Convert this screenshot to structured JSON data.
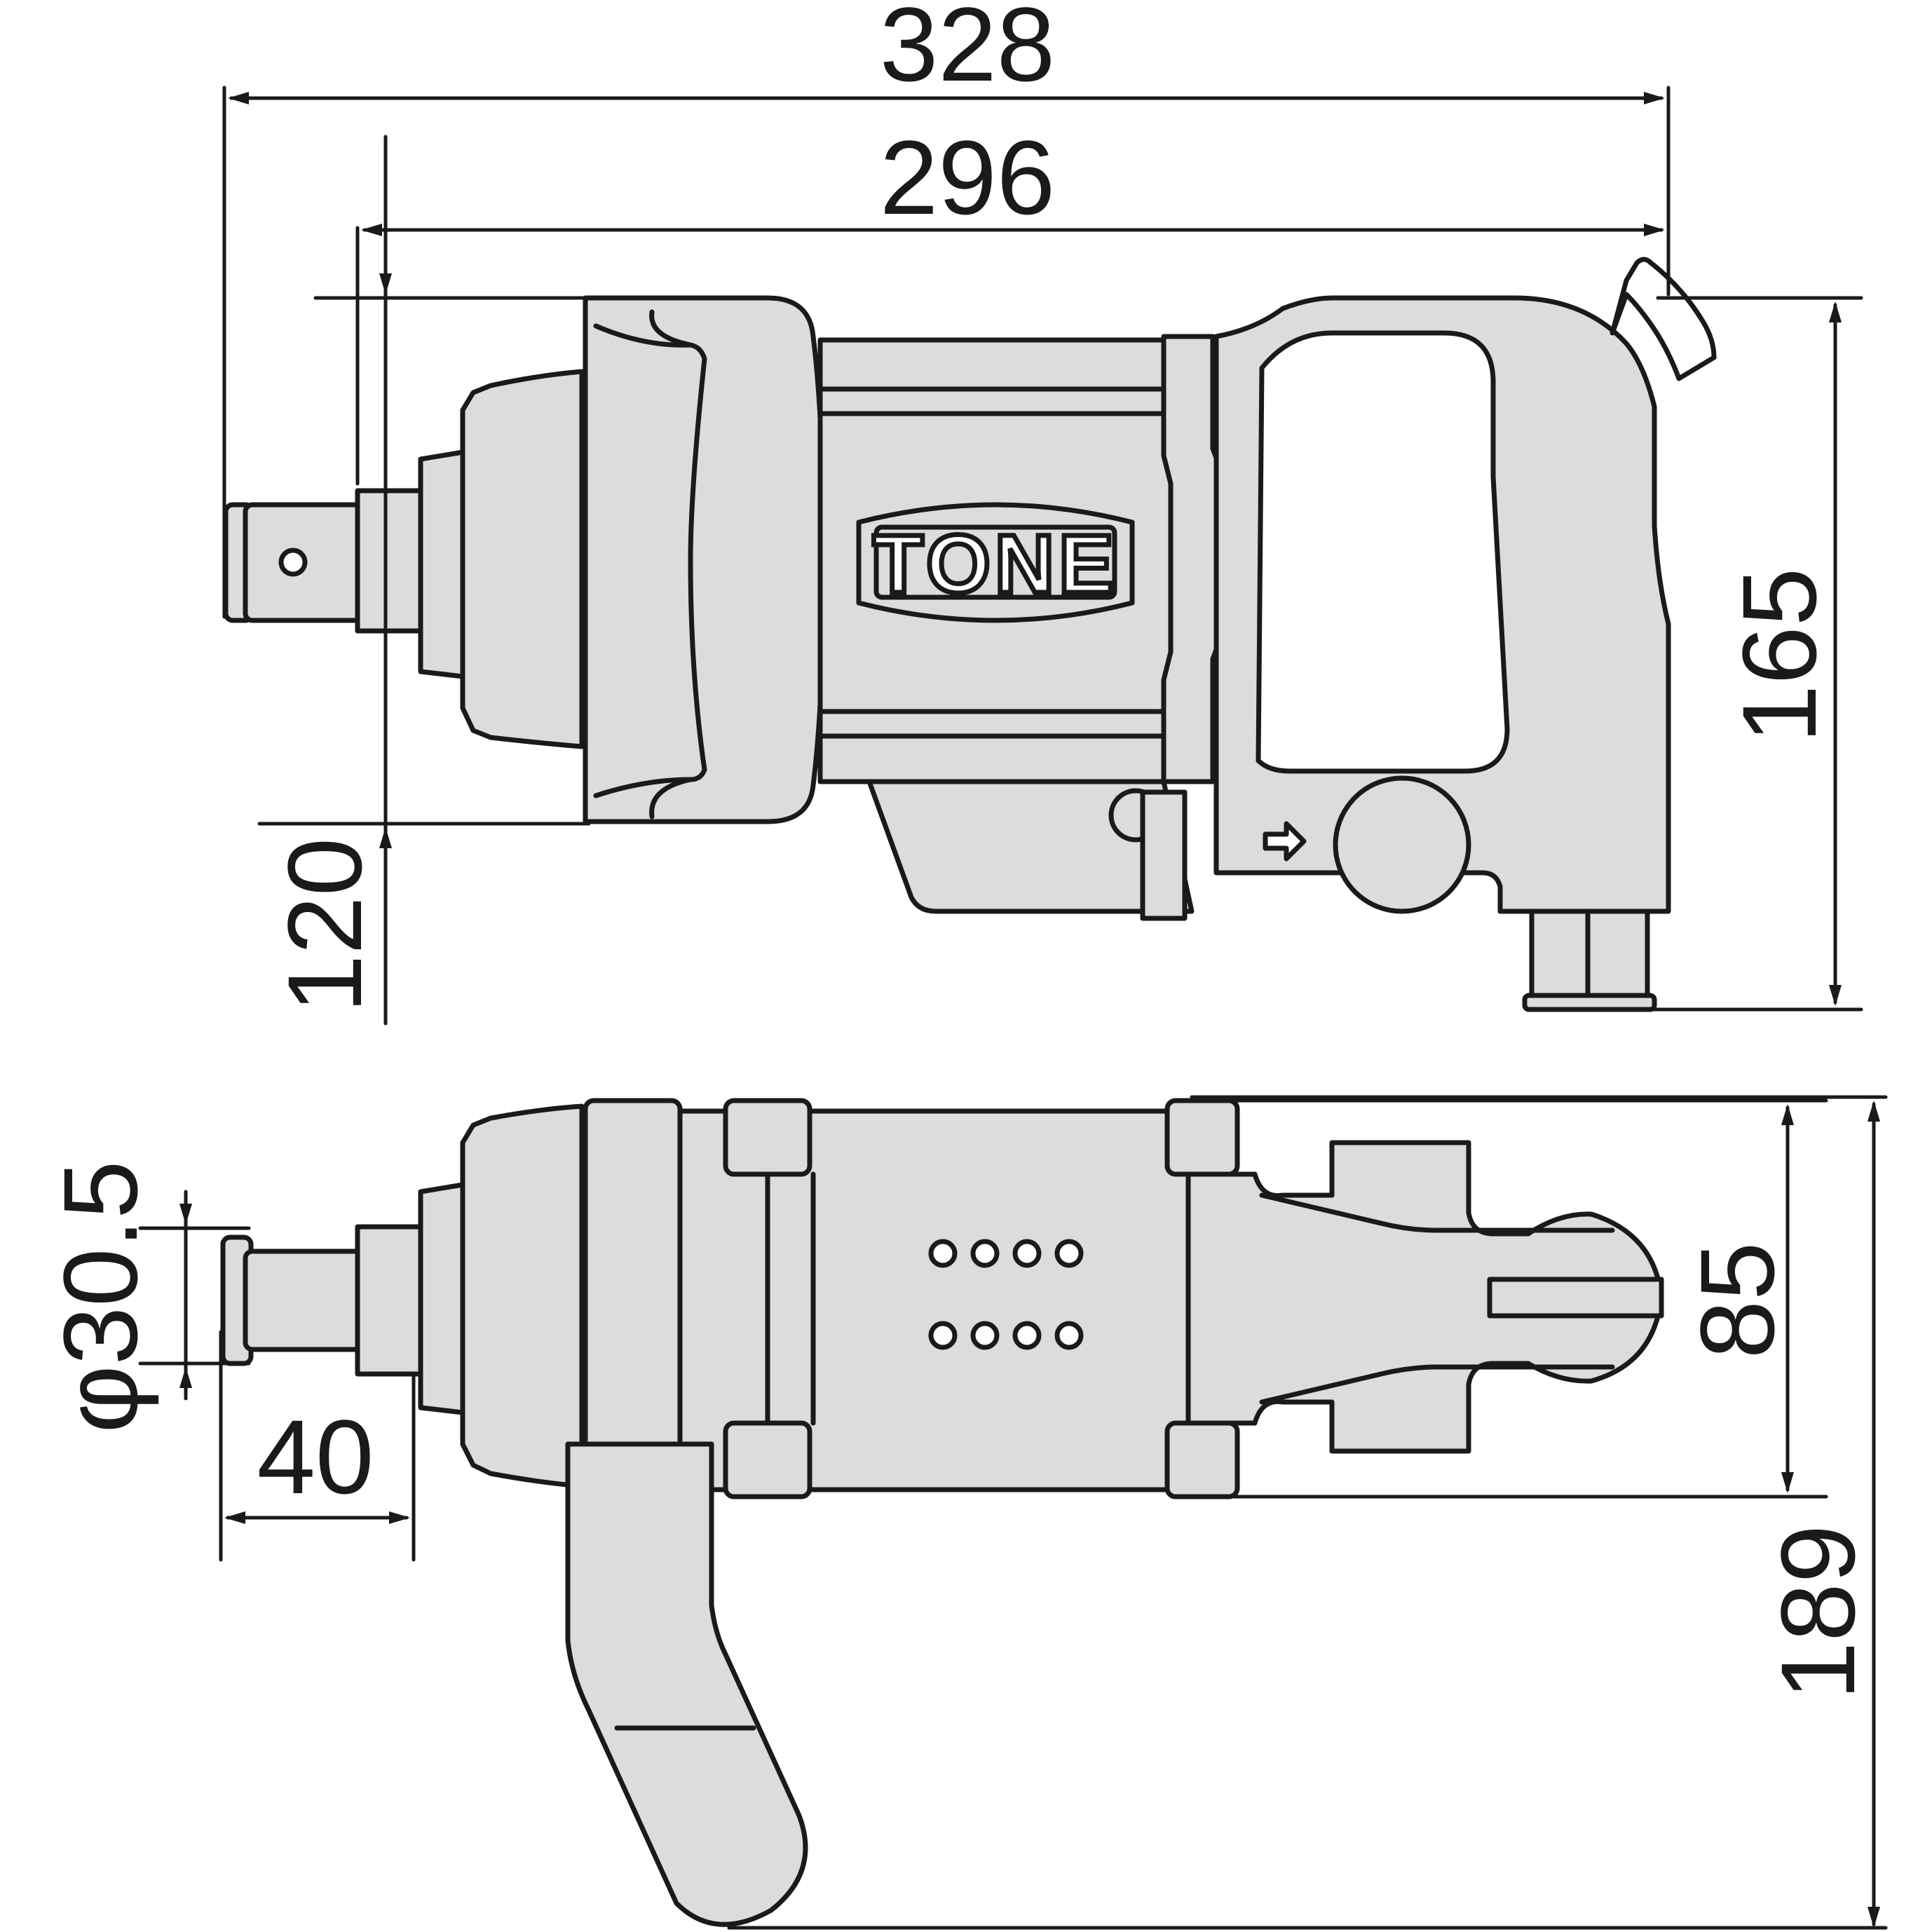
{
  "brand": {
    "logo_text": "TONE"
  },
  "dimensions": {
    "overall_length": "328",
    "body_length": "296",
    "height": "165",
    "center_height": "120",
    "anvil_diameter": "φ30.5",
    "anvil_length": "40",
    "body_width": "85",
    "handle_depth": "189"
  },
  "colors": {
    "body_fill": "#dcdcdc",
    "outline": "#1a1a1a"
  }
}
